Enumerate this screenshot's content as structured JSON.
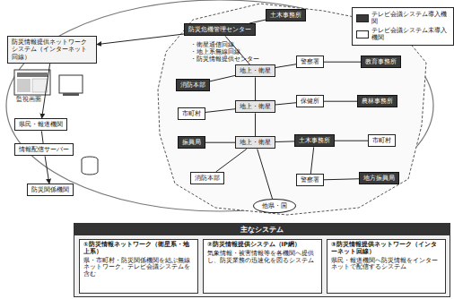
{
  "diagram": {
    "nodes": [
      {
        "text": [
          "防災危機管理センター"
        ]
      },
      {
        "text": [
          "防災情報提供ネットワークシステム（インターネット回線）"
        ]
      },
      {
        "text": [
          "県民・報道機関"
        ]
      },
      {
        "text": [
          "情報配信サーバー"
        ]
      },
      {
        "text": [
          "防災関係機関"
        ]
      },
      {
        "text": [
          "土木事務所"
        ]
      },
      {
        "text": [
          "消防本部"
        ]
      },
      {
        "text": [
          "地上・衛星"
        ]
      },
      {
        "text": [
          "警察署"
        ]
      },
      {
        "text": [
          "教育事務所"
        ]
      },
      {
        "text": [
          "市町村"
        ]
      },
      {
        "text": [
          "地上・衛星"
        ]
      },
      {
        "text": [
          "保健所"
        ]
      },
      {
        "text": [
          "農林事務所"
        ]
      },
      {
        "text": [
          "振興局"
        ]
      },
      {
        "text": [
          "地上・衛星"
        ]
      },
      {
        "text": [
          "土木事務所"
        ]
      },
      {
        "text": [
          "市町村"
        ]
      },
      {
        "text": [
          "消防本部"
        ]
      },
      {
        "text": [
          "警察署"
        ]
      },
      {
        "text": [
          "地方振興局"
        ]
      },
      {
        "text": [
          "他県・国"
        ]
      },
      {
        "text": [
          "主なシステム"
        ]
      },
      {
        "text": [
          "①防災情報ネットワーク（衛星系・地上系）",
          "県・市町村・防災関係機関を結ぶ無線ネットワーク。テレビ会議システムを含む"
        ],
        "in": 22
      },
      {
        "text": [
          "②防災情報提供システム（IP網）",
          "気象情報・被害情報等を各機関へ提供し、防災業務の迅速化を図るシステム"
        ],
        "in": 22
      },
      {
        "text": [
          "③防災情報提供ネットワーク（インターネット回線）",
          "県民・報道機関へ防災情報をインターネットで配信するシステム"
        ],
        "in": 22
      }
    ],
    "edges": [
      {
        "from": 0,
        "to": 7,
        "arrow": "none"
      },
      {
        "from": 7,
        "to": 11,
        "arrow": "none"
      },
      {
        "from": 11,
        "to": 15,
        "arrow": "none"
      },
      {
        "from": 15,
        "to": 21,
        "arrow": "none"
      },
      {
        "from": 7,
        "to": 6,
        "arrow": "none"
      },
      {
        "from": 7,
        "to": 8,
        "arrow": "none"
      },
      {
        "from": 8,
        "to": 9,
        "arrow": "none"
      },
      {
        "from": 11,
        "to": 10,
        "arrow": "none"
      },
      {
        "from": 11,
        "to": 12,
        "arrow": "none"
      },
      {
        "from": 12,
        "to": 13,
        "arrow": "none"
      },
      {
        "from": 15,
        "to": 14,
        "arrow": "none"
      },
      {
        "from": 15,
        "to": 16,
        "arrow": "none"
      },
      {
        "from": 16,
        "to": 17,
        "arrow": "none"
      },
      {
        "from": 15,
        "to": 18,
        "arrow": "none"
      },
      {
        "from": 16,
        "to": 19,
        "arrow": "none"
      },
      {
        "from": 19,
        "to": 20,
        "arrow": "none"
      },
      {
        "from": 0,
        "to": 5,
        "arrow": "none"
      },
      {
        "from": 0,
        "to": 1,
        "arrow": "to"
      },
      {
        "from": 1,
        "to": 2,
        "arrow": "to"
      },
      {
        "from": 3,
        "to": 2,
        "arrow": "none"
      },
      {
        "from": 3,
        "to": 4,
        "arrow": "to"
      }
    ],
    "labels": [
      "・衛星通信回線",
      "・地上系無線回線",
      "・防災情報提供センター",
      "監視画面"
    ],
    "legend": [
      {
        "text": "テレビ会議システム導入機関",
        "color": "#3a3a3a"
      },
      {
        "text": "テレビ会議システム未導入機関",
        "color": "#ffffff"
      }
    ]
  }
}
